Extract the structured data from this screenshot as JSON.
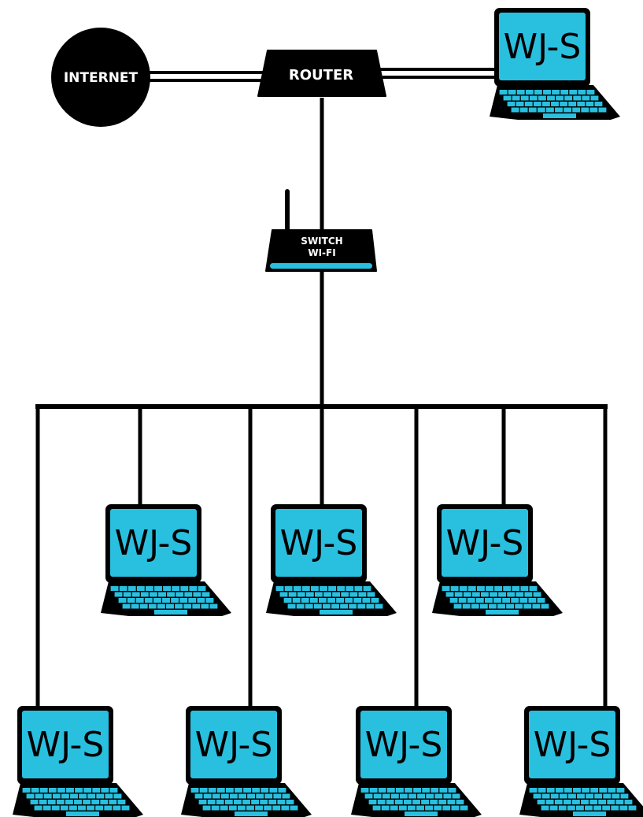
{
  "colors": {
    "line": "#000000",
    "device_body": "#000000",
    "screen": "#29c0e0",
    "label_on_dark": "#ffffff",
    "label_on_screen": "#000000",
    "background": "#ffffff"
  },
  "nodes": {
    "internet": {
      "label": "INTERNET",
      "icon": "globe-circle"
    },
    "router": {
      "label": "ROUTER",
      "icon": "router-box"
    },
    "switch": {
      "label_line1": "SWITCH",
      "label_line2": "WI-FI",
      "icon": "wifi-switch-with-antenna"
    },
    "wired_laptop": {
      "label": "WJ-S",
      "icon": "laptop-icon"
    },
    "laptops_row1": [
      {
        "label": "WJ-S"
      },
      {
        "label": "WJ-S"
      },
      {
        "label": "WJ-S"
      }
    ],
    "laptops_row2": [
      {
        "label": "WJ-S"
      },
      {
        "label": "WJ-S"
      },
      {
        "label": "WJ-S"
      },
      {
        "label": "WJ-S"
      }
    ]
  },
  "connections": [
    {
      "from": "internet",
      "to": "router",
      "style": "double-line"
    },
    {
      "from": "router",
      "to": "wired_laptop",
      "style": "double-line"
    },
    {
      "from": "router",
      "to": "switch",
      "style": "single-line"
    },
    {
      "from": "switch",
      "to": "laptops_row1",
      "style": "single-line"
    },
    {
      "from": "switch",
      "to": "laptops_row2",
      "style": "single-line"
    }
  ]
}
